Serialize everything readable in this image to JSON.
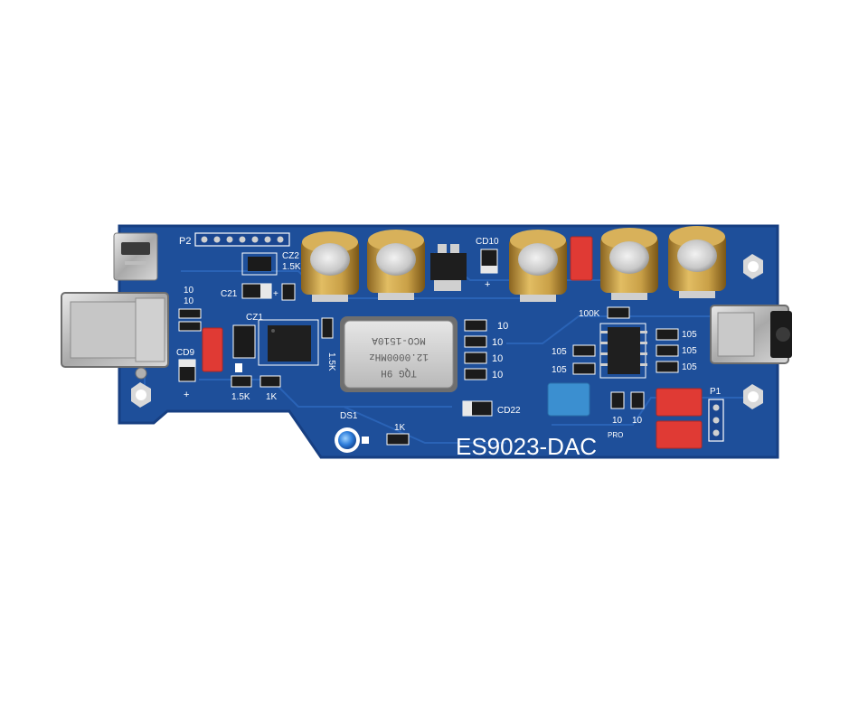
{
  "board": {
    "product_name": "ES9023-DAC",
    "product_suffix": "PRO",
    "colors": {
      "pcb": "#1e4f9a",
      "pcb_dark": "#173f82",
      "silkscreen": "#ffffff",
      "capacitor_gold": "#c9a047",
      "film_cap_red": "#e03a34",
      "film_cap_blue": "#3b8fd0"
    }
  },
  "labels": {
    "p2": "P2",
    "p1": "P1",
    "cz2": "CZ2",
    "cz1": "CZ1",
    "c21": "C21",
    "cd9": "CD9",
    "cd10": "CD10",
    "cd22": "CD22",
    "ds1": "DS1",
    "r_1k_a": "1K",
    "r_1k_b": "1K",
    "r_1_5k_a": "1.5K",
    "r_1_5k_b": "1.5K",
    "r_1_5k_c": "1.5K",
    "r_100k": "100K",
    "r_10_a": "10",
    "r_10_b": "10",
    "r_10_c": "10",
    "r_10_d": "10",
    "r_10_e": "10",
    "r_10_f": "10",
    "r_10_g": "10",
    "r_10_h": "10",
    "c_105_a": "105",
    "c_105_b": "105",
    "c_105_c": "105",
    "c_105_d": "105",
    "c_105_e": "105",
    "plus_a": "+",
    "plus_b": "+",
    "plus_c": "+"
  },
  "crystal": {
    "line1": "TQG 9H",
    "line2": "12.0000MHz",
    "line3": "MCO-1510A"
  }
}
